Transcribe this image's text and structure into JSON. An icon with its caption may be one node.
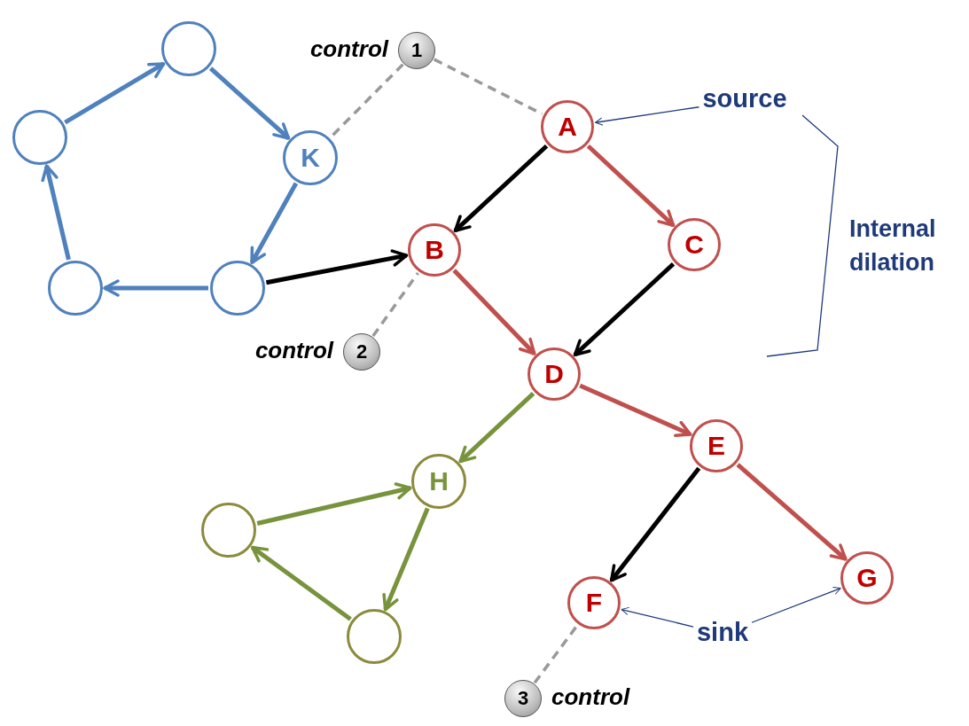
{
  "diagram": {
    "nodes": [
      {
        "text": [],
        "shape": "circle"
      },
      {
        "text": [
          "1"
        ],
        "beside": [
          "control"
        ]
      },
      {
        "text": [
          "source"
        ]
      },
      {
        "text": [
          "A"
        ]
      },
      {
        "text": [],
        "shape": "circle"
      },
      {
        "text": [
          "K"
        ]
      },
      {
        "text": [
          "B"
        ]
      },
      {
        "text": [
          "C"
        ]
      },
      {
        "text": [],
        "shape": "circle"
      },
      {
        "text": [],
        "shape": "circle"
      },
      {
        "text": [
          "2"
        ],
        "beside": [
          "control"
        ]
      },
      {
        "text": [
          "D"
        ]
      },
      {
        "text": [
          "E"
        ]
      },
      {
        "text": [
          "H"
        ]
      },
      {
        "text": [],
        "shape": "circle"
      },
      {
        "text": [
          "F"
        ]
      },
      {
        "text": [
          "G"
        ]
      },
      {
        "text": [
          "sink"
        ]
      },
      {
        "text": [],
        "shape": "circle"
      },
      {
        "text": [
          "3"
        ],
        "beside": [
          "control"
        ]
      }
    ],
    "edges": [
      {
        "from": 4,
        "to": 0,
        "arrow": "to",
        "color": "#4f81bd"
      },
      {
        "from": 0,
        "to": 5,
        "arrow": "to",
        "color": "#4f81bd"
      },
      {
        "from": 5,
        "to": 9,
        "arrow": "to",
        "color": "#4f81bd"
      },
      {
        "from": 9,
        "to": 8,
        "arrow": "to",
        "color": "#4f81bd"
      },
      {
        "from": 8,
        "to": 4,
        "arrow": "to",
        "color": "#4f81bd"
      },
      {
        "from": 9,
        "to": 6,
        "arrow": "to",
        "color": "#000000"
      },
      {
        "from": 1,
        "to": 5,
        "arrow": "none",
        "style": "dashed",
        "color": "#999999"
      },
      {
        "from": 1,
        "to": 3,
        "arrow": "none",
        "style": "dashed",
        "color": "#999999"
      },
      {
        "from": 10,
        "to": 6,
        "arrow": "none",
        "style": "dashed",
        "color": "#999999"
      },
      {
        "from": 19,
        "to": 15,
        "arrow": "none",
        "style": "dashed",
        "color": "#999999"
      },
      {
        "from": 2,
        "to": 3,
        "arrow": "to",
        "color": "#1f3a7a"
      },
      {
        "from": 3,
        "to": 6,
        "arrow": "to",
        "color": "#000000"
      },
      {
        "from": 3,
        "to": 7,
        "arrow": "to",
        "color": "#c0504d"
      },
      {
        "from": 6,
        "to": 11,
        "arrow": "to",
        "color": "#c0504d"
      },
      {
        "from": 7,
        "to": 11,
        "arrow": "to",
        "color": "#000000"
      },
      {
        "from": 11,
        "to": 12,
        "arrow": "to",
        "color": "#c0504d"
      },
      {
        "from": 11,
        "to": 13,
        "arrow": "to",
        "color": "#77933c"
      },
      {
        "from": 12,
        "to": 15,
        "arrow": "to",
        "color": "#000000"
      },
      {
        "from": 12,
        "to": 16,
        "arrow": "to",
        "color": "#c0504d"
      },
      {
        "from": 13,
        "to": 18,
        "arrow": "to",
        "color": "#77933c"
      },
      {
        "from": 18,
        "to": 14,
        "arrow": "to",
        "color": "#77933c"
      },
      {
        "from": 14,
        "to": 13,
        "arrow": "to",
        "color": "#77933c"
      },
      {
        "from": 17,
        "to": 15,
        "arrow": "to",
        "color": "#1f3a7a"
      },
      {
        "from": 17,
        "to": 16,
        "arrow": "to",
        "color": "#1f3a7a"
      }
    ],
    "labels": [
      "Internal dilation"
    ]
  }
}
